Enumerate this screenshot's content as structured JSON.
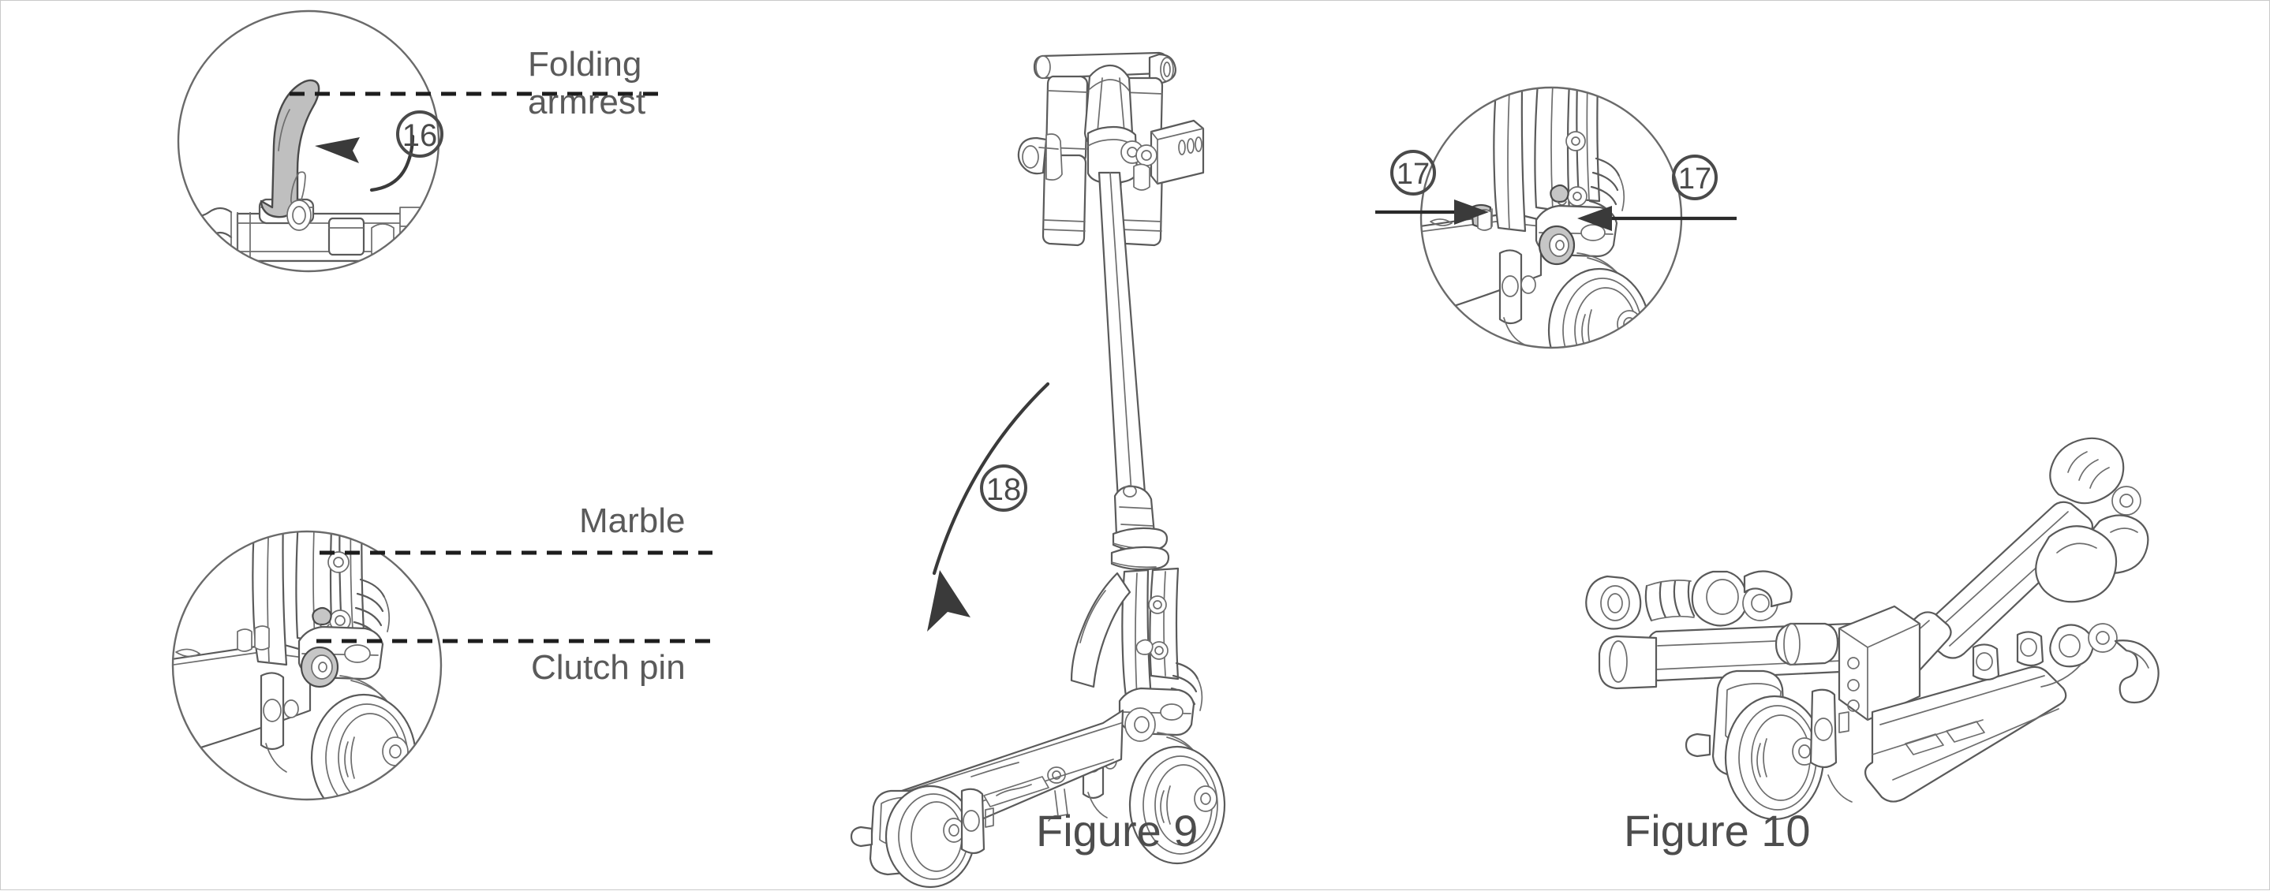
{
  "page": {
    "title": "Scooter folding instructions - Figures 9 and 10",
    "background_color": "#ffffff",
    "border_color": "#c9c9c9",
    "line_color": "#5a5a5a",
    "text_color": "#5a5a5a",
    "highlight_fill": "#bfbfbf"
  },
  "labels": {
    "folding_armrest_line1": "Folding",
    "folding_armrest_line2": "armrest",
    "marble": "Marble",
    "clutch_pin": "Clutch pin",
    "figure9": "Figure 9",
    "figure10": "Figure 10"
  },
  "callouts": {
    "step16": "16",
    "step17_left": "17",
    "step17_right": "17",
    "step18": "18"
  },
  "details": [
    {
      "id": "detail-folding-armrest",
      "shape": "circle",
      "position": "top-left",
      "callout": "16",
      "label": "Folding armrest",
      "leader": "dashed",
      "arrow": "curved-left",
      "highlighted_part": "folding armrest lever"
    },
    {
      "id": "detail-marble-clutch-pin",
      "shape": "circle",
      "position": "bottom-left",
      "labels": [
        "Marble",
        "Clutch pin"
      ],
      "leader": "dashed",
      "highlighted_parts": [
        "marble",
        "clutch pin"
      ]
    },
    {
      "id": "detail-clutch-release",
      "shape": "circle",
      "position": "top-right",
      "callouts": [
        "17",
        "17"
      ],
      "leader": "solid",
      "arrow": "straight-inward-pair",
      "highlighted_parts": [
        "marble",
        "clutch pin"
      ]
    }
  ],
  "figures": [
    {
      "id": "figure-9",
      "caption": "Figure 9",
      "callout": "18",
      "arrow": "large-curved-down-left",
      "subject": "scooter with stem upright folding down onto deck"
    },
    {
      "id": "figure-10",
      "caption": "Figure 10",
      "subject": "scooter fully folded flat"
    }
  ]
}
